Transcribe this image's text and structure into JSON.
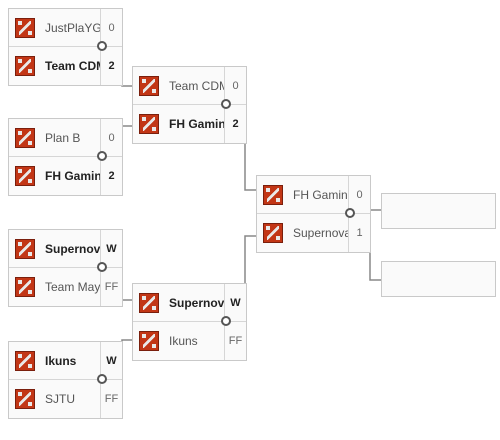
{
  "bracket": {
    "round1": [
      {
        "team1": "JustPlaYGame",
        "score1": "0",
        "team2": "Team CDM",
        "score2": "2",
        "winner": 2
      },
      {
        "team1": "Plan B",
        "score1": "0",
        "team2": "FH Gaming",
        "score2": "2",
        "winner": 2
      },
      {
        "team1": "Supernova",
        "score1": "W",
        "team2": "Team MayBe",
        "score2": "FF",
        "winner": 1
      },
      {
        "team1": "Ikuns",
        "score1": "W",
        "team2": "SJTU",
        "score2": "FF",
        "winner": 1
      }
    ],
    "round2": [
      {
        "team1": "Team CDM",
        "score1": "0",
        "team2": "FH Gaming",
        "score2": "2",
        "winner": 2
      },
      {
        "team1": "Supernova",
        "score1": "W",
        "team2": "Ikuns",
        "score2": "FF",
        "winner": 1
      }
    ],
    "round3": [
      {
        "team1": "FH Gaming",
        "score1": "0",
        "team2": "Supernova",
        "score2": "1",
        "winner": 2
      }
    ],
    "finals": [
      {
        "team1": "",
        "score1": ""
      },
      {
        "team1": "",
        "score1": ""
      }
    ]
  },
  "colors": {
    "logo": "#c23616",
    "border": "#c9c9c9",
    "line": "#888888"
  },
  "icons": {
    "team_logo": "dota2-logo-icon",
    "connector": "bracket-node-icon"
  }
}
